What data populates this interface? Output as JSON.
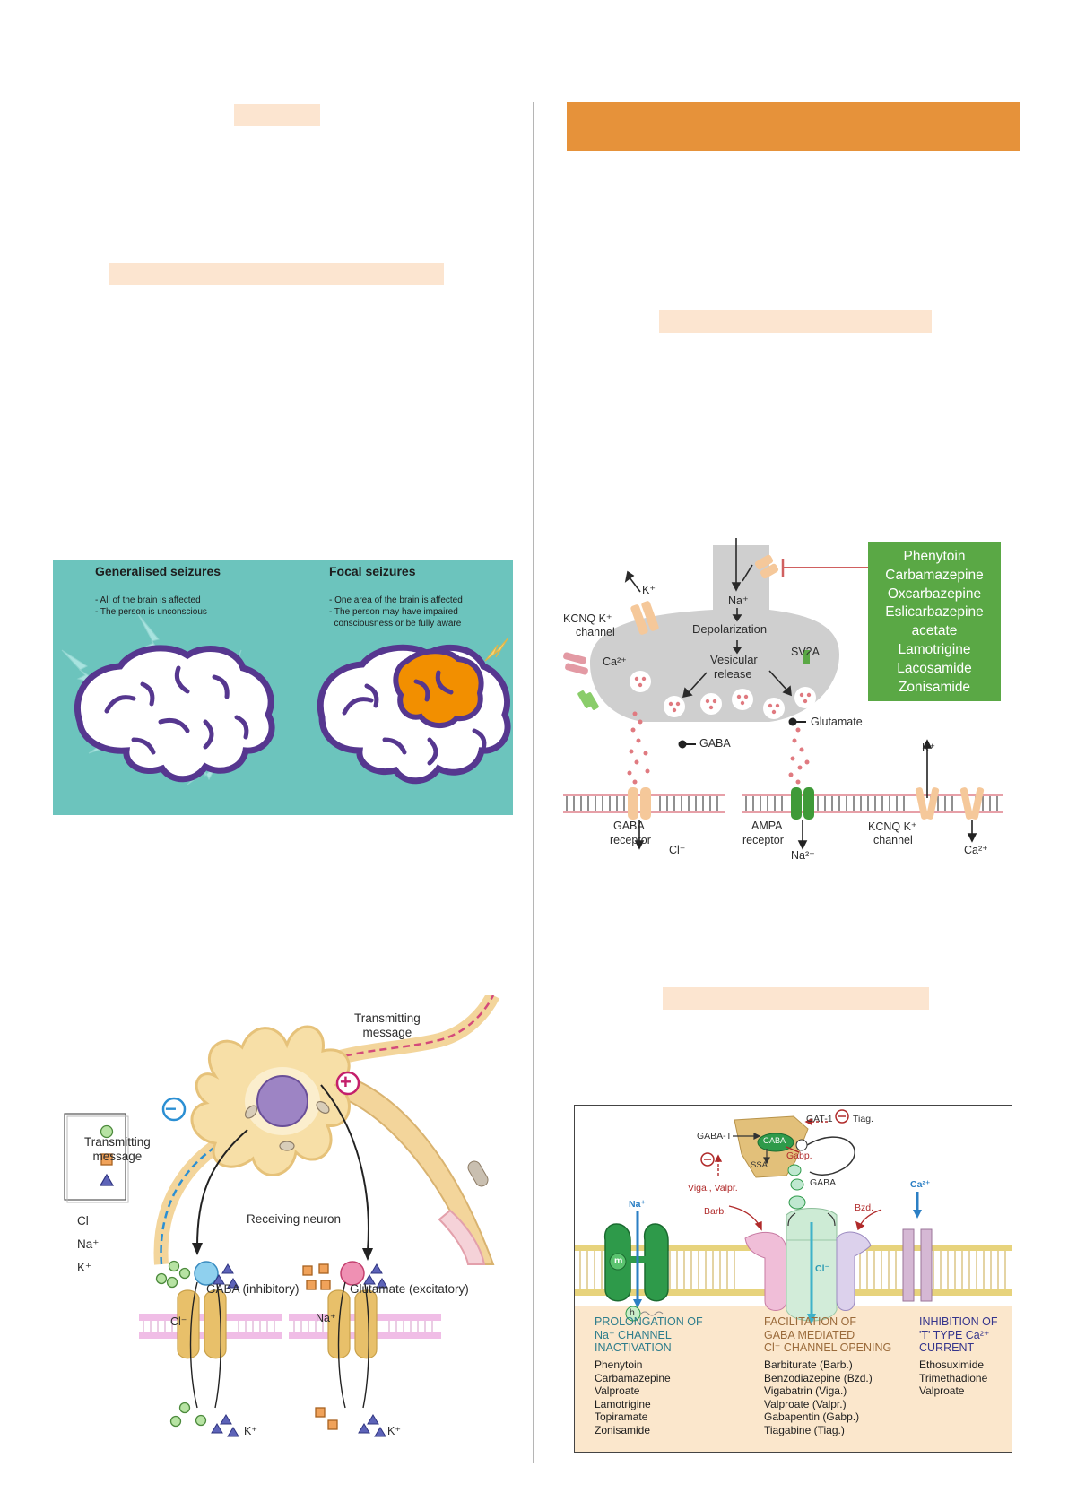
{
  "seizures": {
    "generalised": {
      "title": "Generalised seizures",
      "points": [
        "- All of the brain is affected",
        "- The person is unconscious"
      ]
    },
    "focal": {
      "title": "Focal seizures",
      "points": [
        "- One area of the brain is affected",
        "- The person may have impaired\n  consciousness or be fully aware"
      ]
    }
  },
  "synapse": {
    "drugs": [
      "Phenytoin",
      "Carbamazepine",
      "Oxcarbazepine",
      "Eslicarbazepine",
      "acetate",
      "Lamotrigine",
      "Lacosamide",
      "Zonisamide"
    ],
    "labels": {
      "k_top": "K⁺",
      "kcnq_left": "KCNQ K⁺",
      "channel_left": "channel",
      "na": "Na⁺",
      "depolarization": "Depolarization",
      "vesicular": "Vesicular",
      "release": "release",
      "sv2a": "SV2A",
      "ca": "Ca²⁺",
      "glutamate": "Glutamate",
      "gaba": "GABA",
      "gaba_receptor_1": "GABA",
      "gaba_receptor_2": "receptor",
      "cl": "Cl⁻",
      "ampa_1": "AMPA",
      "ampa_2": "receptor",
      "na2": "Na²⁺",
      "k_right": "K⁺",
      "kcnq_right": "KCNQ K⁺",
      "channel_right": "channel",
      "ca_right": "Ca²⁺"
    }
  },
  "neuron": {
    "transmitting_top": "Transmitting\nmessage",
    "transmitting_left": "Transmitting\nmessage",
    "receiving": "Receiving neuron",
    "legend": [
      "Cl⁻",
      "Na⁺",
      "K⁺"
    ],
    "gaba": "GABA (inhibitory)",
    "glutamate": "Glutamate (excitatory)",
    "cl": "Cl⁻",
    "na": "Na⁺",
    "k1": "K⁺",
    "k2": "K⁺",
    "minus": "−",
    "plus": "+"
  },
  "aed": {
    "top_labels": {
      "gat1": "GAT-1",
      "tiag": "Tiag.",
      "gaba_inner": "GABA",
      "gaba_t": "GABA-T",
      "gabp": "Gabp.",
      "ssa": "SSA",
      "gaba_out": "GABA",
      "viga": "Viga., Valpr.",
      "barb": "Barb.",
      "bzd": "Bzd.",
      "na": "Na⁺",
      "ca": "Ca²⁺",
      "m": "m",
      "h": "h",
      "cl": "Cl⁻"
    },
    "columns": [
      {
        "heading": "PROLONGATION OF\nNa⁺ CHANNEL\nINACTIVATION",
        "drugs": [
          "Phenytoin",
          "Carbamazepine",
          "Valproate",
          "Lamotrigine",
          "Topiramate",
          "Zonisamide"
        ]
      },
      {
        "heading": "FACILITATION OF\nGABA MEDIATED\nCl⁻ CHANNEL OPENING",
        "drugs": [
          "Barbiturate (Barb.)",
          "Benzodiazepine (Bzd.)",
          "Vigabatrin (Viga.)",
          "Valproate (Valpr.)",
          "Gabapentin (Gabp.)",
          "Tiagabine (Tiag.)"
        ]
      },
      {
        "heading": "INHIBITION OF\n'T' TYPE Ca²⁺\nCURRENT",
        "drugs": [
          "Ethosuximide",
          "Trimethadione",
          "Valproate"
        ]
      }
    ]
  }
}
